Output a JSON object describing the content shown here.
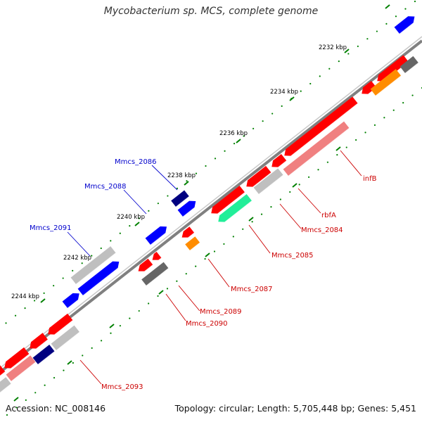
{
  "header": {
    "title": "Mycobacterium sp. MCS, complete genome"
  },
  "footer": {
    "accession": "Accession: NC_008146",
    "summary": "Topology: circular; Length: 5,705,448 bp; Genes: 5,451"
  },
  "scale": {
    "ticks": [
      "2232 kbp",
      "2234 kbp",
      "2236 kbp",
      "2238 kbp",
      "2240 kbp",
      "2242 kbp",
      "2244 kbp"
    ]
  },
  "labels": {
    "forward": [
      "Mmcs_2086",
      "Mmcs_2088",
      "Mmcs_2091"
    ],
    "reverse": [
      "infB",
      "rbfA",
      "Mmcs_2084",
      "Mmcs_2085",
      "Mmcs_2087",
      "Mmcs_2089",
      "Mmcs_2090",
      "Mmcs_2093"
    ]
  },
  "colors": {
    "forward_label": "#0000cc",
    "reverse_label": "#cc0000",
    "cds_red": "#ff0000",
    "rna_pink": "#f08080",
    "blue": "#0000ff",
    "navy": "#000080",
    "gray": "#bfbfbf",
    "dark_gray": "#666666",
    "orange": "#ff8c00",
    "green": "#22ee99",
    "tick_green": "#008000"
  }
}
